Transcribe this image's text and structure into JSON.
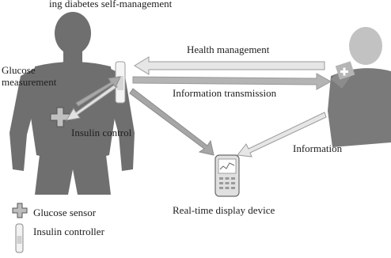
{
  "labels": {
    "top_caption": "ing diabetes self-management",
    "glucose_measurement_line1": "Glucose",
    "glucose_measurement_line2": "measurement",
    "insulin_control": "Insulin control",
    "health_management": "Health management",
    "information_transmission": "Information transmission",
    "information": "Information",
    "realtime_display_device": "Real-time display device"
  },
  "legend": {
    "items": [
      {
        "icon": "glucose-sensor-cross-icon",
        "label": "Glucose sensor"
      },
      {
        "icon": "insulin-controller-pen-icon",
        "label": "Insulin controller"
      }
    ]
  },
  "colors": {
    "silhouette": "#6f6f6f",
    "arrow_fill": "#d8d8d8",
    "arrow_stroke": "#9a9a9a",
    "arrow_solid": "#a6a6a6",
    "text": "#1e1e1e"
  }
}
